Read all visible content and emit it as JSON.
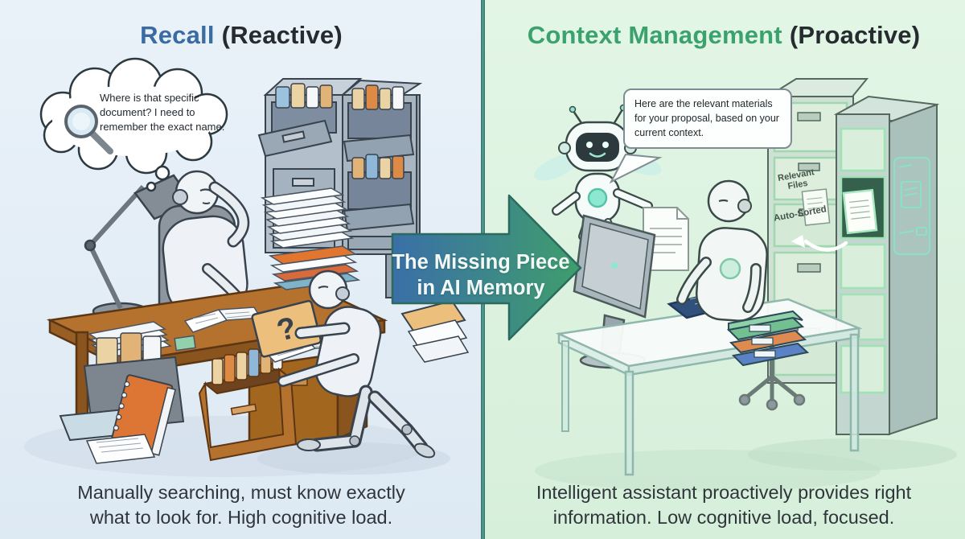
{
  "left": {
    "title_highlight": "Recall",
    "title_rest": "(Reactive)",
    "thought_bubble_text": "Where is that specific document? I need to remember the exact name.",
    "question_mark": "?",
    "caption": "Manually searching, must know exactly what to look for. High cognitive load."
  },
  "right": {
    "title_highlight": "Context Management",
    "title_rest": "(Proactive)",
    "speech_bubble_text": "Here are the relevant materials for your proposal, based on your current context.",
    "drawer_label_top": "Relevant Files",
    "drawer_label_bottom": "Auto-Sorted",
    "caption": "Intelligent assistant proactively provides right information. Low cognitive load, focused."
  },
  "arrow": {
    "line1": "The Missing Piece",
    "line2": "in AI Memory"
  },
  "colors": {
    "left_bg": "#e7eff7",
    "right_bg": "#def2e0",
    "left_accent": "#3a6ba3",
    "right_accent": "#3ba26e",
    "divider": "#3f8679",
    "arrow_gradient_from": "#3a6fa8",
    "arrow_gradient_to": "#3f9e6c",
    "title_dark": "#262b30",
    "caption_color": "#2f353a"
  }
}
